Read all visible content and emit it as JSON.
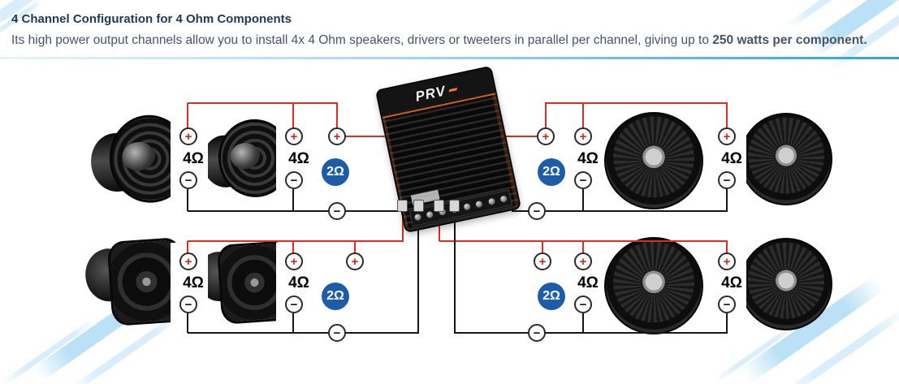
{
  "header": {
    "title": "4 Channel Configuration for 4 Ohm Components",
    "subtitle_prefix": "Its high power output channels allow you to install 4x 4 Ohm speakers, drivers or tweeters in parallel per channel, giving up to ",
    "subtitle_bold": "250 watts per component."
  },
  "amplifier": {
    "brand": "PRV"
  },
  "labels": {
    "positive": "+",
    "negative": "−"
  },
  "channels": [
    {
      "position": "top-left",
      "speaker_type": "bullet-tweeter",
      "speaker_impedances": [
        "4Ω",
        "4Ω"
      ],
      "combined_impedance": "2Ω"
    },
    {
      "position": "top-right",
      "speaker_type": "woofer",
      "speaker_impedances": [
        "4Ω",
        "4Ω"
      ],
      "combined_impedance": "2Ω"
    },
    {
      "position": "bottom-left",
      "speaker_type": "horn-driver",
      "speaker_impedances": [
        "4Ω",
        "4Ω"
      ],
      "combined_impedance": "2Ω"
    },
    {
      "position": "bottom-right",
      "speaker_type": "woofer",
      "speaker_impedances": [
        "4Ω",
        "4Ω"
      ],
      "combined_impedance": "2Ω"
    }
  ],
  "colors": {
    "positive_wire": "#e02b22",
    "negative_wire": "#161616",
    "impedance_badge": "#1d5ca8",
    "title_text": "#21395a",
    "body_text": "#44546b",
    "accent_stripe": "#8ccdf0"
  }
}
